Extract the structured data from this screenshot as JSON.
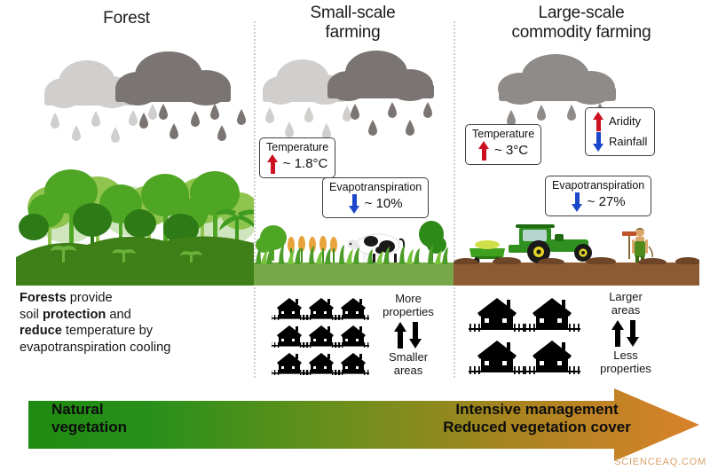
{
  "columns": {
    "forest": {
      "title": "Forest"
    },
    "small": {
      "title": "Small-scale\nfarming"
    },
    "large": {
      "title": "Large-scale\ncommodity farming"
    }
  },
  "boxes": {
    "small_temperature": {
      "label": "Temperature",
      "value": "~ 1.8°C",
      "arrow": "up-arrow-red",
      "arrow_color": "#cc1122"
    },
    "small_evapo": {
      "label": "Evapotranspiration",
      "value": "~ 10%",
      "arrow": "down-arrow-blue",
      "arrow_color": "#1b47c9"
    },
    "large_temperature": {
      "label": "Temperature",
      "value": "~ 3°C",
      "arrow": "up-arrow-red",
      "arrow_color": "#cc1122"
    },
    "large_evapo": {
      "label": "Evapotranspiration",
      "value": "~ 27%",
      "arrow": "down-arrow-blue",
      "arrow_color": "#1b47c9"
    },
    "large_aridity_rainfall": {
      "line1": "Aridity",
      "line1_arrow": "up-arrow-red",
      "line2": "Rainfall",
      "line2_arrow": "down-arrow-blue"
    }
  },
  "forest_statement": {
    "part1_bold": "Forests",
    "part2": " provide",
    "part3": "soil ",
    "part4_bold": "protection",
    "part5": " and",
    "part6_bold": "reduce",
    "part7": " temperature by",
    "part8": "evapotranspiration cooling"
  },
  "houses": {
    "small": {
      "rows": 3,
      "cols": 3,
      "caption_top": "More\nproperties",
      "caption_bottom": "Smaller\nareas"
    },
    "large": {
      "rows": 2,
      "cols": 2,
      "caption_top": "Larger\nareas",
      "caption_bottom": "Less\nproperties"
    }
  },
  "band": {
    "left_text": "Natural\nvegetation",
    "right_text": "Intensive management\nReduced vegetation cover",
    "color_start": "#1f8a10",
    "color_mid": "#8d8f1c",
    "color_end": "#d9822b"
  },
  "watermark": "SCIENCEAQ.COM",
  "palette": {
    "cloud_light": "#d0cfcd",
    "cloud_dark": "#7a7572",
    "cloud_mid": "#8f8b88",
    "forest_green": "#3f7f17",
    "grass_green": "#76a84a",
    "soil_brown": "#8d5a31",
    "tractor_green": "#2f8f1f"
  },
  "scenes": {
    "forest": "forest-canopy-illustration",
    "small": "pasture-with-cow-and-corn-illustration",
    "large": "tractor-seeder-and-farmer-on-tilled-soil-illustration"
  }
}
